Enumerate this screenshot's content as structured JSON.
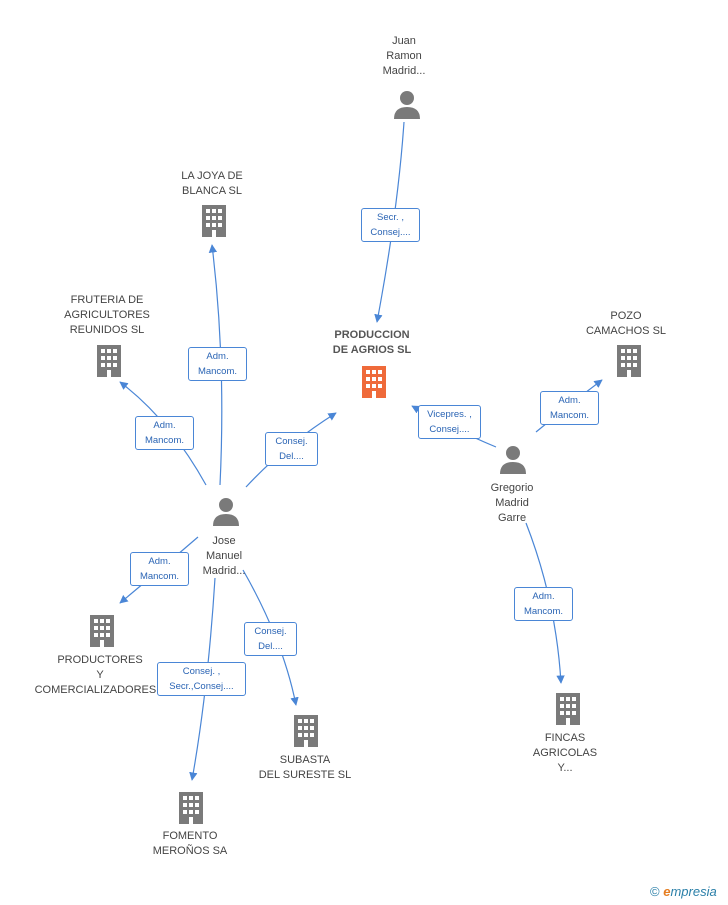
{
  "colors": {
    "edge": "#4a86d6",
    "building": "#7a7a7a",
    "main_building": "#ef6a3a",
    "person": "#7a7a7a"
  },
  "nodes": {
    "juan": {
      "lines": [
        "Juan",
        "Ramon",
        "Madrid..."
      ],
      "icon": "person-icon"
    },
    "la_joya": {
      "lines": [
        "LA JOYA DE",
        "BLANCA  SL"
      ],
      "icon": "building-icon"
    },
    "fruteria": {
      "lines": [
        "FRUTERIA DE",
        "AGRICULTORES",
        "REUNIDOS SL"
      ],
      "icon": "building-icon"
    },
    "produccion": {
      "lines": [
        "PRODUCCION",
        "DE AGRIOS SL"
      ],
      "icon": "building-icon"
    },
    "pozo": {
      "lines": [
        "POZO",
        "CAMACHOS  SL"
      ],
      "icon": "building-icon"
    },
    "gregorio": {
      "lines": [
        "Gregorio",
        "Madrid",
        "Garre"
      ],
      "icon": "person-icon"
    },
    "jose": {
      "lines": [
        "Jose",
        "Manuel",
        "Madrid..."
      ],
      "icon": "person-icon"
    },
    "productores": {
      "lines": [
        "PRODUCTORES",
        "Y",
        "COMERCIALIZADORES..."
      ],
      "icon": "building-icon"
    },
    "subasta": {
      "lines": [
        "SUBASTA",
        "DEL SURESTE SL"
      ],
      "icon": "building-icon"
    },
    "fomento": {
      "lines": [
        "FOMENTO",
        "MEROÑOS SA"
      ],
      "icon": "building-icon"
    },
    "fincas": {
      "lines": [
        "FINCAS",
        "AGRICOLAS",
        "Y..."
      ],
      "icon": "building-icon"
    }
  },
  "edges": [
    {
      "id": "juan-produccion",
      "lines": [
        "Secr. ,",
        "Consej...."
      ]
    },
    {
      "id": "jose-la_joya",
      "lines": [
        "Adm.",
        "Mancom."
      ]
    },
    {
      "id": "jose-fruteria",
      "lines": [
        "Adm.",
        "Mancom."
      ]
    },
    {
      "id": "jose-produccion",
      "lines": [
        "Consej.",
        "Del...."
      ]
    },
    {
      "id": "gregorio-produccion",
      "lines": [
        "Vicepres. ,",
        "Consej...."
      ]
    },
    {
      "id": "gregorio-pozo",
      "lines": [
        "Adm.",
        "Mancom."
      ]
    },
    {
      "id": "jose-productores",
      "lines": [
        "Adm.",
        "Mancom."
      ]
    },
    {
      "id": "jose-subasta",
      "lines": [
        "Consej.",
        "Del...."
      ]
    },
    {
      "id": "jose-fomento",
      "lines": [
        "Consej. ,",
        "Secr.,Consej...."
      ]
    },
    {
      "id": "gregorio-fincas",
      "lines": [
        "Adm.",
        "Mancom."
      ]
    }
  ],
  "brand": {
    "symbol": "©",
    "initial": "e",
    "rest": "mpresia"
  }
}
